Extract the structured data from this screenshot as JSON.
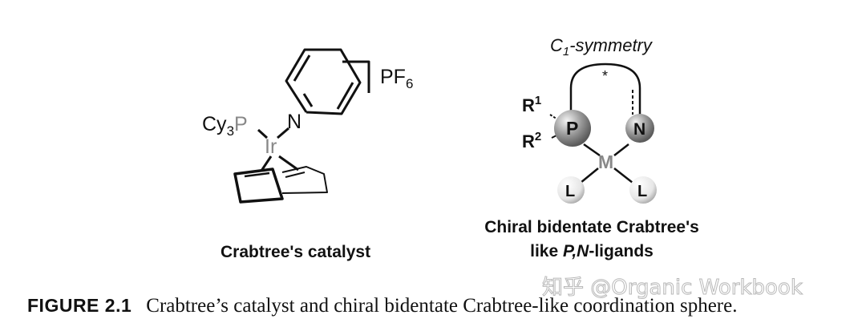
{
  "left_structure": {
    "counterion": "PF",
    "counterion_sub": "6",
    "phosphine_cy": "Cy",
    "phosphine_sub": "3",
    "phosphine_p": "P",
    "metal": "Ir",
    "pyridine_n": "N",
    "label": "Crabtree's catalyst"
  },
  "right_structure": {
    "symmetry_prefix": "C",
    "symmetry_sub": "1",
    "symmetry_suffix": "-symmetry",
    "stereo_mark": "*",
    "r1": "R",
    "r1_sup": "1",
    "r2": "R",
    "r2_sup": "2",
    "p_atom": "P",
    "n_atom": "N",
    "metal": "M",
    "ligand_left": "L",
    "ligand_right": "L",
    "label_line1": "Chiral bidentate Crabtree's",
    "label_line2_prefix": "like ",
    "label_line2_italic": "P,N",
    "label_line2_suffix": "-ligands"
  },
  "caption": {
    "figure_number": "FIGURE 2.1",
    "text": "Crabtree’s catalyst and chiral bidentate Crabtree-like coordination sphere."
  },
  "watermark": "知乎 @Organic Workbook"
}
